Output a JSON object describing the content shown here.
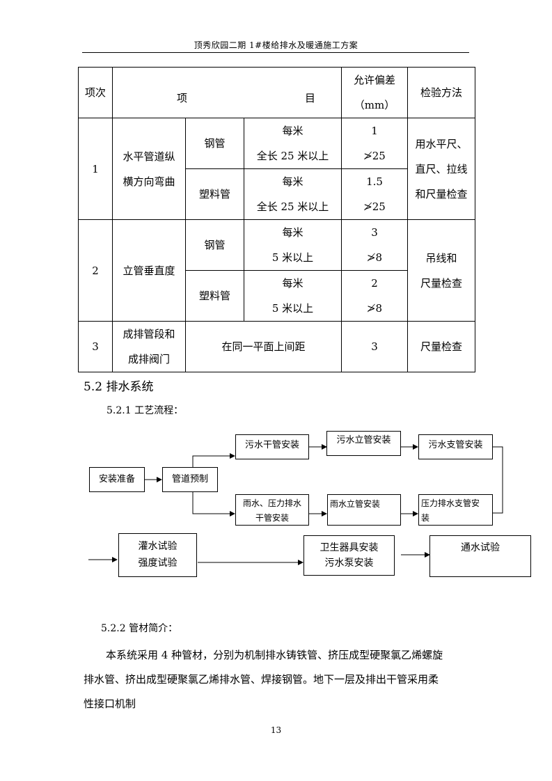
{
  "header": {
    "title": "顶秀欣园二期 1#楼给排水及暖通施工方案"
  },
  "table": {
    "headers": {
      "no": "项次",
      "item_left": "项",
      "item_right": "目",
      "tol_1": "允许偏差",
      "tol_2": "（mm）",
      "method": "检验方法"
    },
    "row1": {
      "no": "1",
      "name_1": "水平管道纵",
      "name_2": "横方向弯曲",
      "steel": "钢管",
      "steel_desc_1": "每米",
      "steel_desc_2": "全长 25 米以上",
      "steel_tol_1": "1",
      "steel_tol_2": "≯25",
      "plastic": "塑料管",
      "plastic_desc_1": "每米",
      "plastic_desc_2": "全长 25 米以上",
      "plastic_tol_1": "1.5",
      "plastic_tol_2": "≯25",
      "method_1": "用水平尺、",
      "method_2": "直尺、拉线",
      "method_3": "和尺量检查"
    },
    "row2": {
      "no": "2",
      "name": "立管垂直度",
      "steel": "钢管",
      "steel_desc_1": "每米",
      "steel_desc_2": "5 米以上",
      "steel_tol_1": "3",
      "steel_tol_2": "≯8",
      "plastic": "塑料管",
      "plastic_desc_1": "每米",
      "plastic_desc_2": "5 米以上",
      "plastic_tol_1": "2",
      "plastic_tol_2": "≯8",
      "method_1": "吊线和",
      "method_2": "尺量检查"
    },
    "row3": {
      "no": "3",
      "name_1": "成排管段和",
      "name_2": "成排阀门",
      "desc": "在同一平面上间距",
      "tol": "3",
      "method": "尺量检查"
    }
  },
  "section": {
    "title": "5.2  排水系统",
    "sub1": "5.2.1  工艺流程：",
    "sub2": "5.2.2  管材简介："
  },
  "flow": {
    "prep": "安装准备",
    "prefab": "管道预制",
    "sewage_main": "污水干管安装",
    "sewage_riser": "污水立管安装",
    "sewage_branch": "污水支管安装",
    "rain_main_1": "雨水、压力排水",
    "rain_main_2": "干管安装",
    "rain_riser": "雨水立管安装",
    "pressure_branch_1": "压力排水支管安",
    "pressure_branch_2": "装",
    "test_1": "灌水试验",
    "test_2": "强度试验",
    "fixture_1": "卫生器具安装",
    "fixture_2": "污水泵安装",
    "flow_test": "通水试验"
  },
  "paragraph": {
    "line1": "本系统采用 4 种管材，分别为机制排水铸铁管、挤压成型硬聚氯乙烯螺旋",
    "line2": "排水管、挤出成型硬聚氯乙烯排水管、焊接钢管。地下一层及排出干管采用柔",
    "line3": "性接口机制"
  },
  "page_number": "13"
}
